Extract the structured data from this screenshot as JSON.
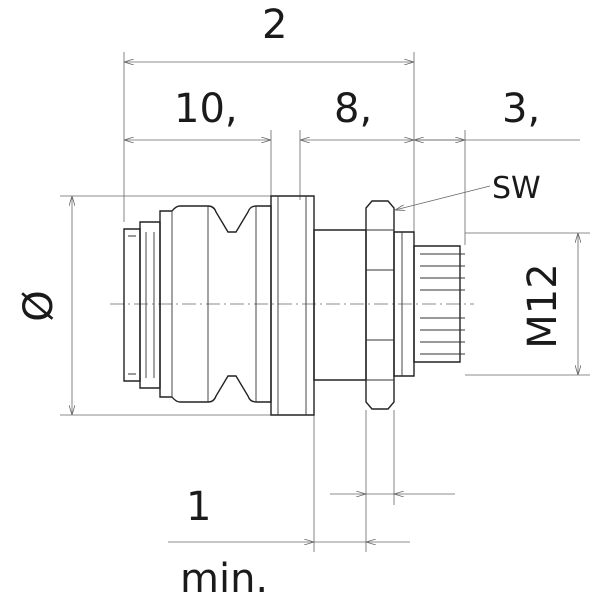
{
  "labels": {
    "overall_length": "2",
    "left_length": "10,",
    "middle_length": "8,",
    "right_length": "3,",
    "wrench_size": "SW",
    "diameter": "Ø",
    "thread": "M12",
    "panel_thickness": "1",
    "minimum": "min."
  }
}
